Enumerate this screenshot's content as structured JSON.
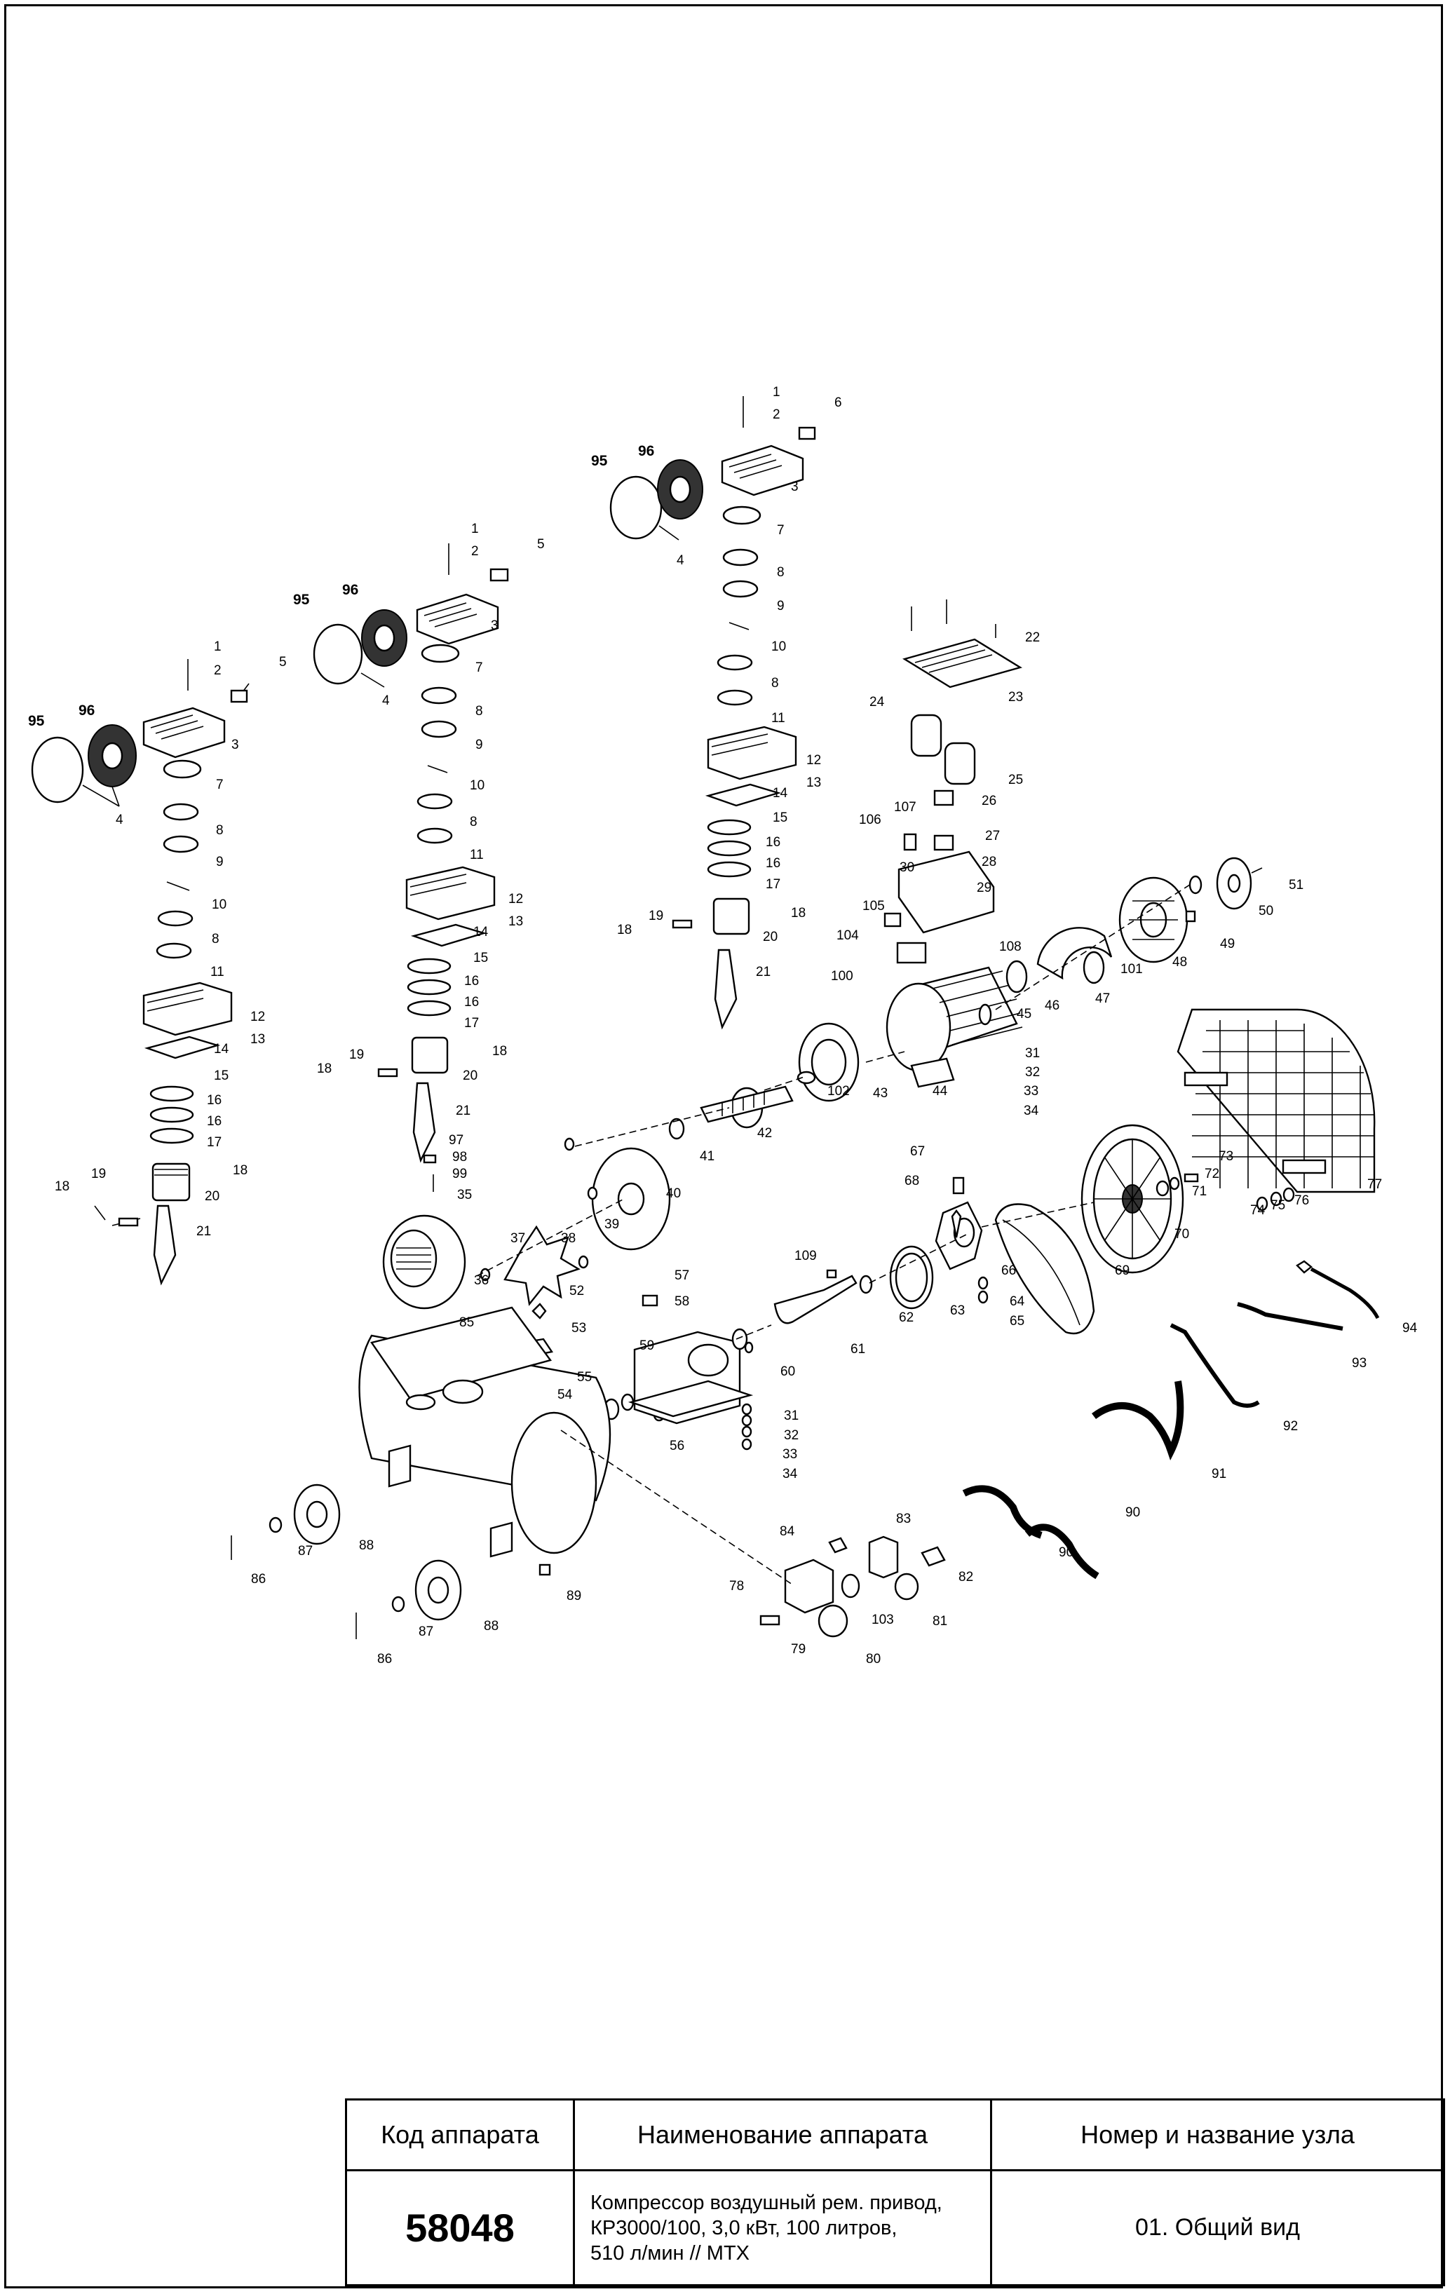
{
  "title_block": {
    "headers": {
      "code": "Код аппарата",
      "name": "Наименование аппарата",
      "node": "Номер и название узла"
    },
    "code": "58048",
    "name_lines": [
      "Компрессор воздушный рем. привод,",
      "КР3000/100, 3,0 кВт, 100 литров,",
      "510  л/мин // MTX"
    ],
    "node": "01. Общий вид"
  },
  "callouts": {
    "c1": "1",
    "c2": "2",
    "c3": "3",
    "c4": "4",
    "c5": "5",
    "c6": "6",
    "c7": "7",
    "c8": "8",
    "c9": "9",
    "c10": "10",
    "c11": "11",
    "c12": "12",
    "c13": "13",
    "c14": "14",
    "c15": "15",
    "c16": "16",
    "c17": "17",
    "c18": "18",
    "c19": "19",
    "c20": "20",
    "c21": "21",
    "c22": "22",
    "c23": "23",
    "c24": "24",
    "c25": "25",
    "c26": "26",
    "c27": "27",
    "c28": "28",
    "c29": "29",
    "c30": "30",
    "c31": "31",
    "c32": "32",
    "c33": "33",
    "c34": "34",
    "c35": "35",
    "c36": "36",
    "c37": "37",
    "c38": "38",
    "c39": "39",
    "c40": "40",
    "c41": "41",
    "c42": "42",
    "c43": "43",
    "c44": "44",
    "c45": "45",
    "c46": "46",
    "c47": "47",
    "c48": "48",
    "c49": "49",
    "c50": "50",
    "c51": "51",
    "c52": "52",
    "c53": "53",
    "c54": "54",
    "c55": "55",
    "c56": "56",
    "c57": "57",
    "c58": "58",
    "c59": "59",
    "c60": "60",
    "c61": "61",
    "c62": "62",
    "c63": "63",
    "c64": "64",
    "c65": "65",
    "c66": "66",
    "c67": "67",
    "c68": "68",
    "c69": "69",
    "c70": "70",
    "c71": "71",
    "c72": "72",
    "c73": "73",
    "c74": "74",
    "c75": "75",
    "c76": "76",
    "c77": "77",
    "c78": "78",
    "c79": "79",
    "c80": "80",
    "c81": "81",
    "c82": "82",
    "c83": "83",
    "c84": "84",
    "c85": "85",
    "c86": "86",
    "c87": "87",
    "c88": "88",
    "c89": "89",
    "c90": "90",
    "c91": "91",
    "c92": "92",
    "c93": "93",
    "c94": "94",
    "c95": "95",
    "c96": "96",
    "c97": "97",
    "c98": "98",
    "c99": "99",
    "c100": "100",
    "c101": "101",
    "c102": "102",
    "c103": "103",
    "c104": "104",
    "c105": "105",
    "c106": "106",
    "c107": "107",
    "c108": "108",
    "c109": "109"
  }
}
